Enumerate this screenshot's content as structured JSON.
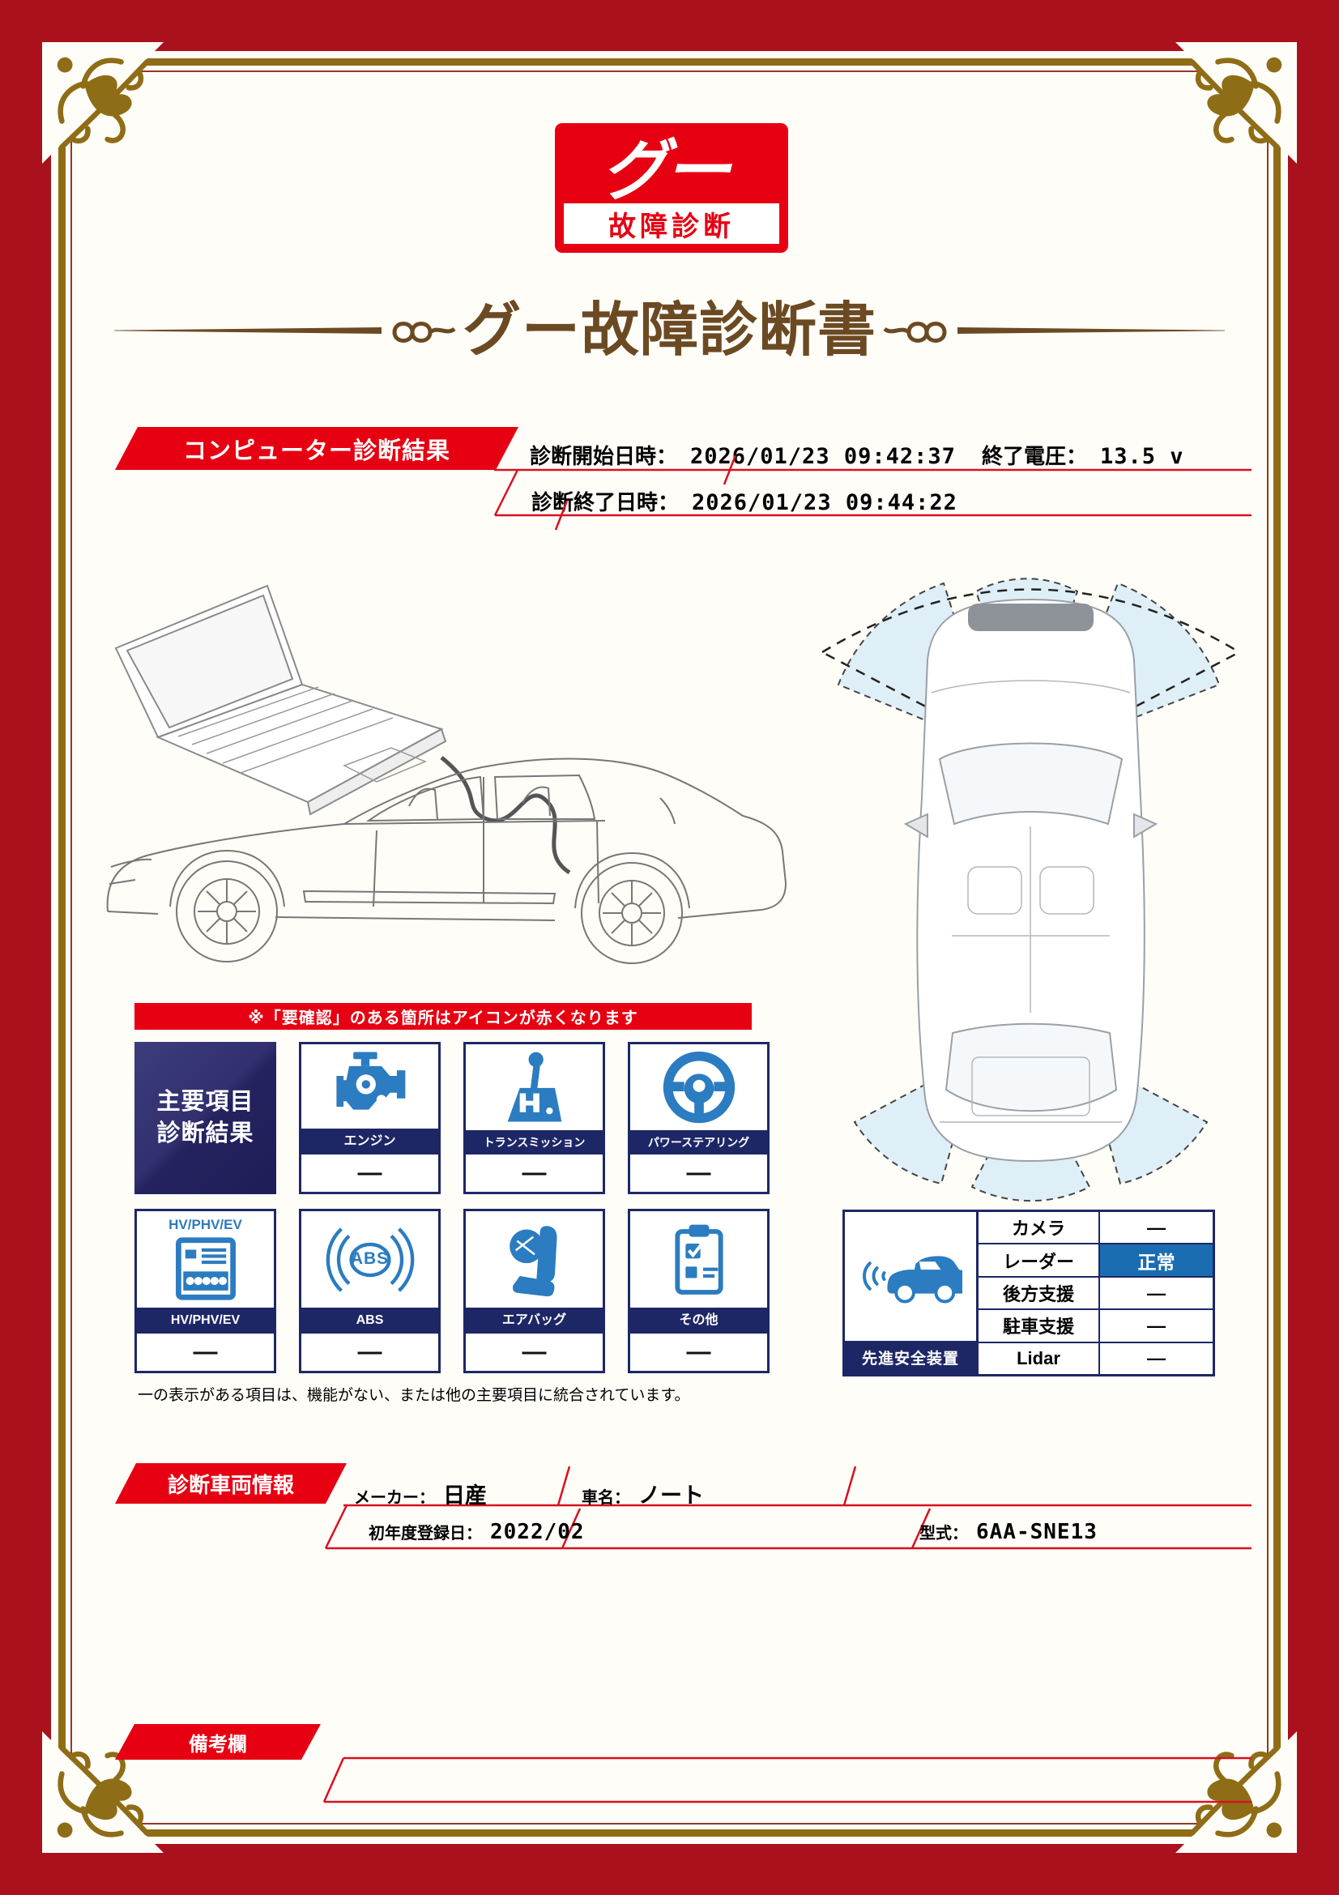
{
  "colors": {
    "brand_red": "#e60012",
    "frame_red": "#ab101d",
    "gold": "#8f6d16",
    "navy": "#1e2766",
    "icon_blue": "#2b7cc0",
    "highlight_blue": "#1b6db2",
    "title_brown": "#6b4a23",
    "sensor_zone_blue": "#d9ecf7"
  },
  "logo": {
    "mark": "グー",
    "name": "故障診断"
  },
  "title": {
    "text": "グー故障診断書"
  },
  "computer_diag": {
    "banner": "コンピューター診断結果",
    "start_label": "診断開始日時：",
    "start_value": "2026/01/23 09:42:37",
    "voltage_label": "終了電圧：",
    "voltage_value": "13.5 v",
    "end_label": "診断終了日時：",
    "end_value": "2026/01/23 09:44:22"
  },
  "alert_note": "※「要確認」のある箇所はアイコンが赤くなります",
  "main_results": {
    "header_line1": "主要項目",
    "header_line2": "診断結果",
    "items": [
      {
        "label": "エンジン",
        "value": "—"
      },
      {
        "label": "トランスミッション",
        "value": "—"
      },
      {
        "label": "パワーステアリング",
        "value": "—"
      },
      {
        "label": "HV/PHV/EV",
        "value": "—",
        "icon_text": "HV/PHV/EV"
      },
      {
        "label": "ABS",
        "value": "—",
        "icon_text": "ABS"
      },
      {
        "label": "エアバッグ",
        "value": "—"
      },
      {
        "label": "その他",
        "value": "—"
      }
    ],
    "footnote": "一の表示がある項目は、機能がない、または他の主要項目に統合されています。"
  },
  "safety": {
    "caption": "先進安全装置",
    "rows": [
      {
        "label": "カメラ",
        "value": "—"
      },
      {
        "label": "レーダー",
        "value": "正常"
      },
      {
        "label": "後方支援",
        "value": "—"
      },
      {
        "label": "駐車支援",
        "value": "—"
      },
      {
        "label": "Lidar",
        "value": "—"
      }
    ]
  },
  "vehicle": {
    "banner": "診断車両情報",
    "maker_label": "メーカー：",
    "maker_value": "日産",
    "name_label": "車名：",
    "name_value": "ノート",
    "reg_label": "初年度登録日：",
    "reg_value": "2022/02",
    "model_label": "型式：",
    "model_value": "6AA-SNE13"
  },
  "remarks": {
    "banner": "備考欄"
  }
}
